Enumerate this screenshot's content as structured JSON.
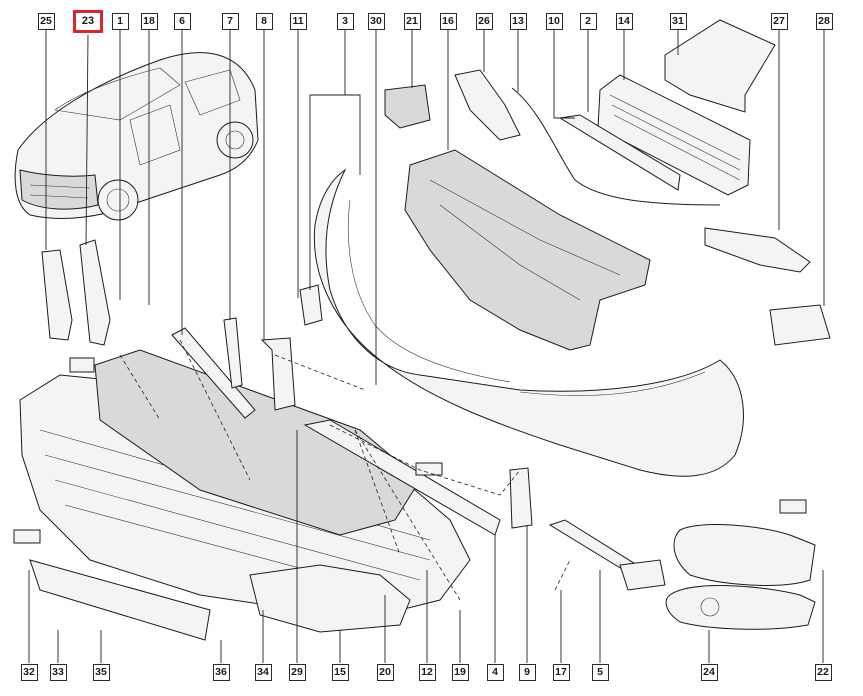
{
  "diagram": {
    "highlight_color": "#e0242a",
    "line_color": "#222222",
    "top_callouts": [
      "25",
      "23",
      "1",
      "18",
      "6",
      "7",
      "8",
      "11",
      "3",
      "30",
      "21",
      "16",
      "26",
      "13",
      "10",
      "2",
      "14",
      "31",
      "27",
      "28"
    ],
    "bottom_callouts": [
      "32",
      "33",
      "35",
      "36",
      "34",
      "29",
      "15",
      "20",
      "12",
      "19",
      "4",
      "9",
      "17",
      "5",
      "24",
      "22"
    ],
    "highlighted": "23"
  }
}
